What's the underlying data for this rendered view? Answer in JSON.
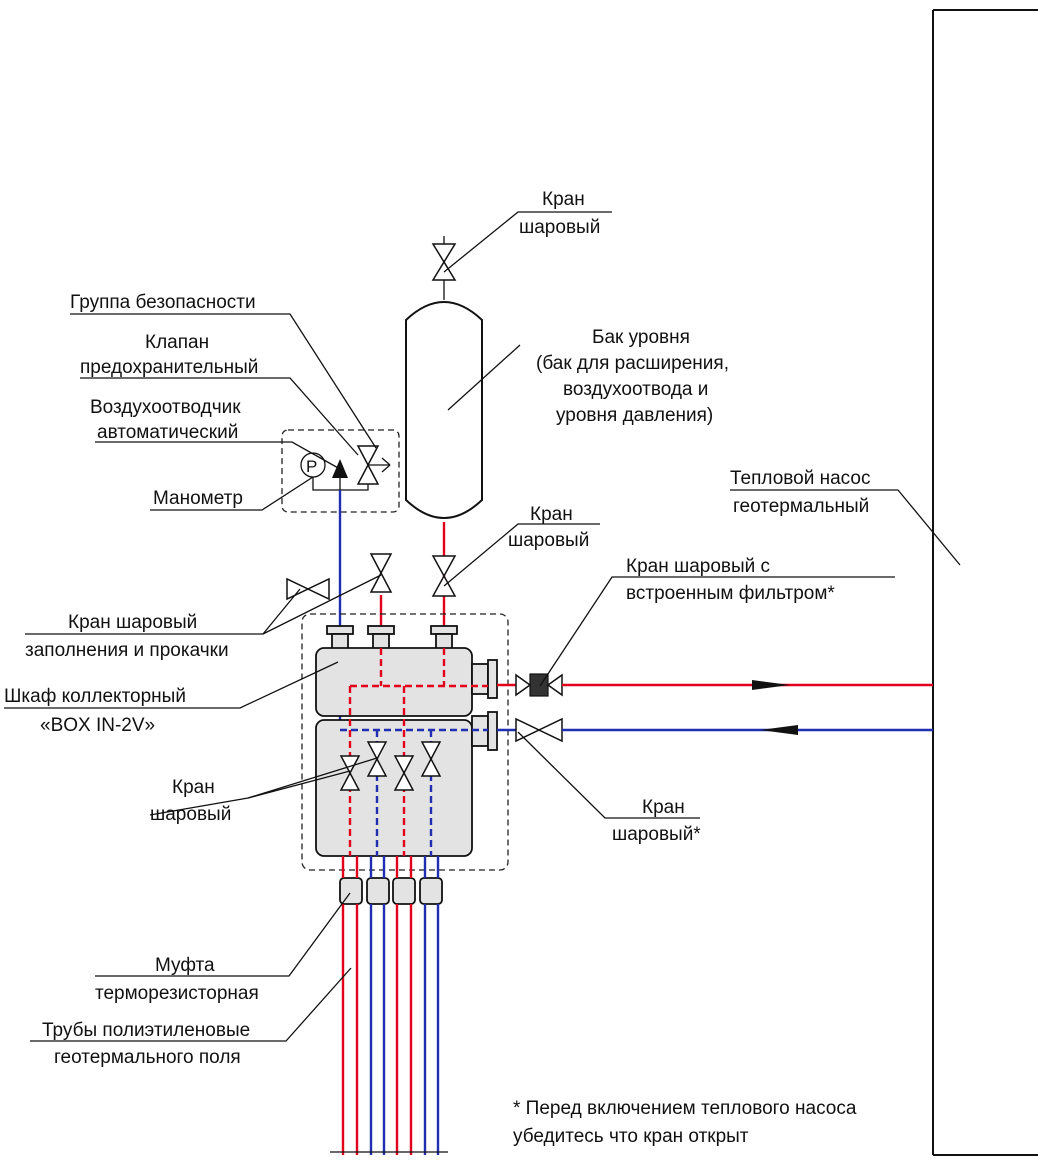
{
  "labels": {
    "kran_top_1": "Кран",
    "kran_top_2": "шаровый",
    "gruppa": "Группа безопасности",
    "klapan_1": "Клапан",
    "klapan_2": "предохранительный",
    "vozduh_1": "Воздухоотводчик",
    "vozduh_2": "автоматический",
    "manometr": "Манометр",
    "bak_1": "Бак уровня",
    "bak_2": "(бак для расширения,",
    "bak_3": "воздухоотвода и",
    "bak_4": "уровня давления)",
    "nasos_1": "Тепловой насос",
    "nasos_2": "геотермальный",
    "kran_mid_1": "Кран",
    "kran_mid_2": "шаровый",
    "kran_filter_1": "Кран шаровый с",
    "kran_filter_2": "встроенным фильтром*",
    "kran_fill_1": "Кран шаровый",
    "kran_fill_2": "заполнения и прокачки",
    "shkaf_1": "Шкаф коллекторный",
    "shkaf_2": "«BOX IN-2V»",
    "kran_left_1": "Кран",
    "kran_left_2": "шаровый",
    "kran_right_1": "Кран",
    "kran_right_2": "шаровый*",
    "mufta_1": "Муфта",
    "mufta_2": "терморезисторная",
    "truby_1": "Трубы полиэтиленовые",
    "truby_2": "геотермального поля",
    "note_1": "* Перед включением теплового насоса",
    "note_2": "убедитесь что кран открыт",
    "manometer_symbol": "P"
  },
  "colors": {
    "hot_line": "#e2001a",
    "cold_line": "#1f2fb0",
    "housing": "#e3e3e3"
  }
}
